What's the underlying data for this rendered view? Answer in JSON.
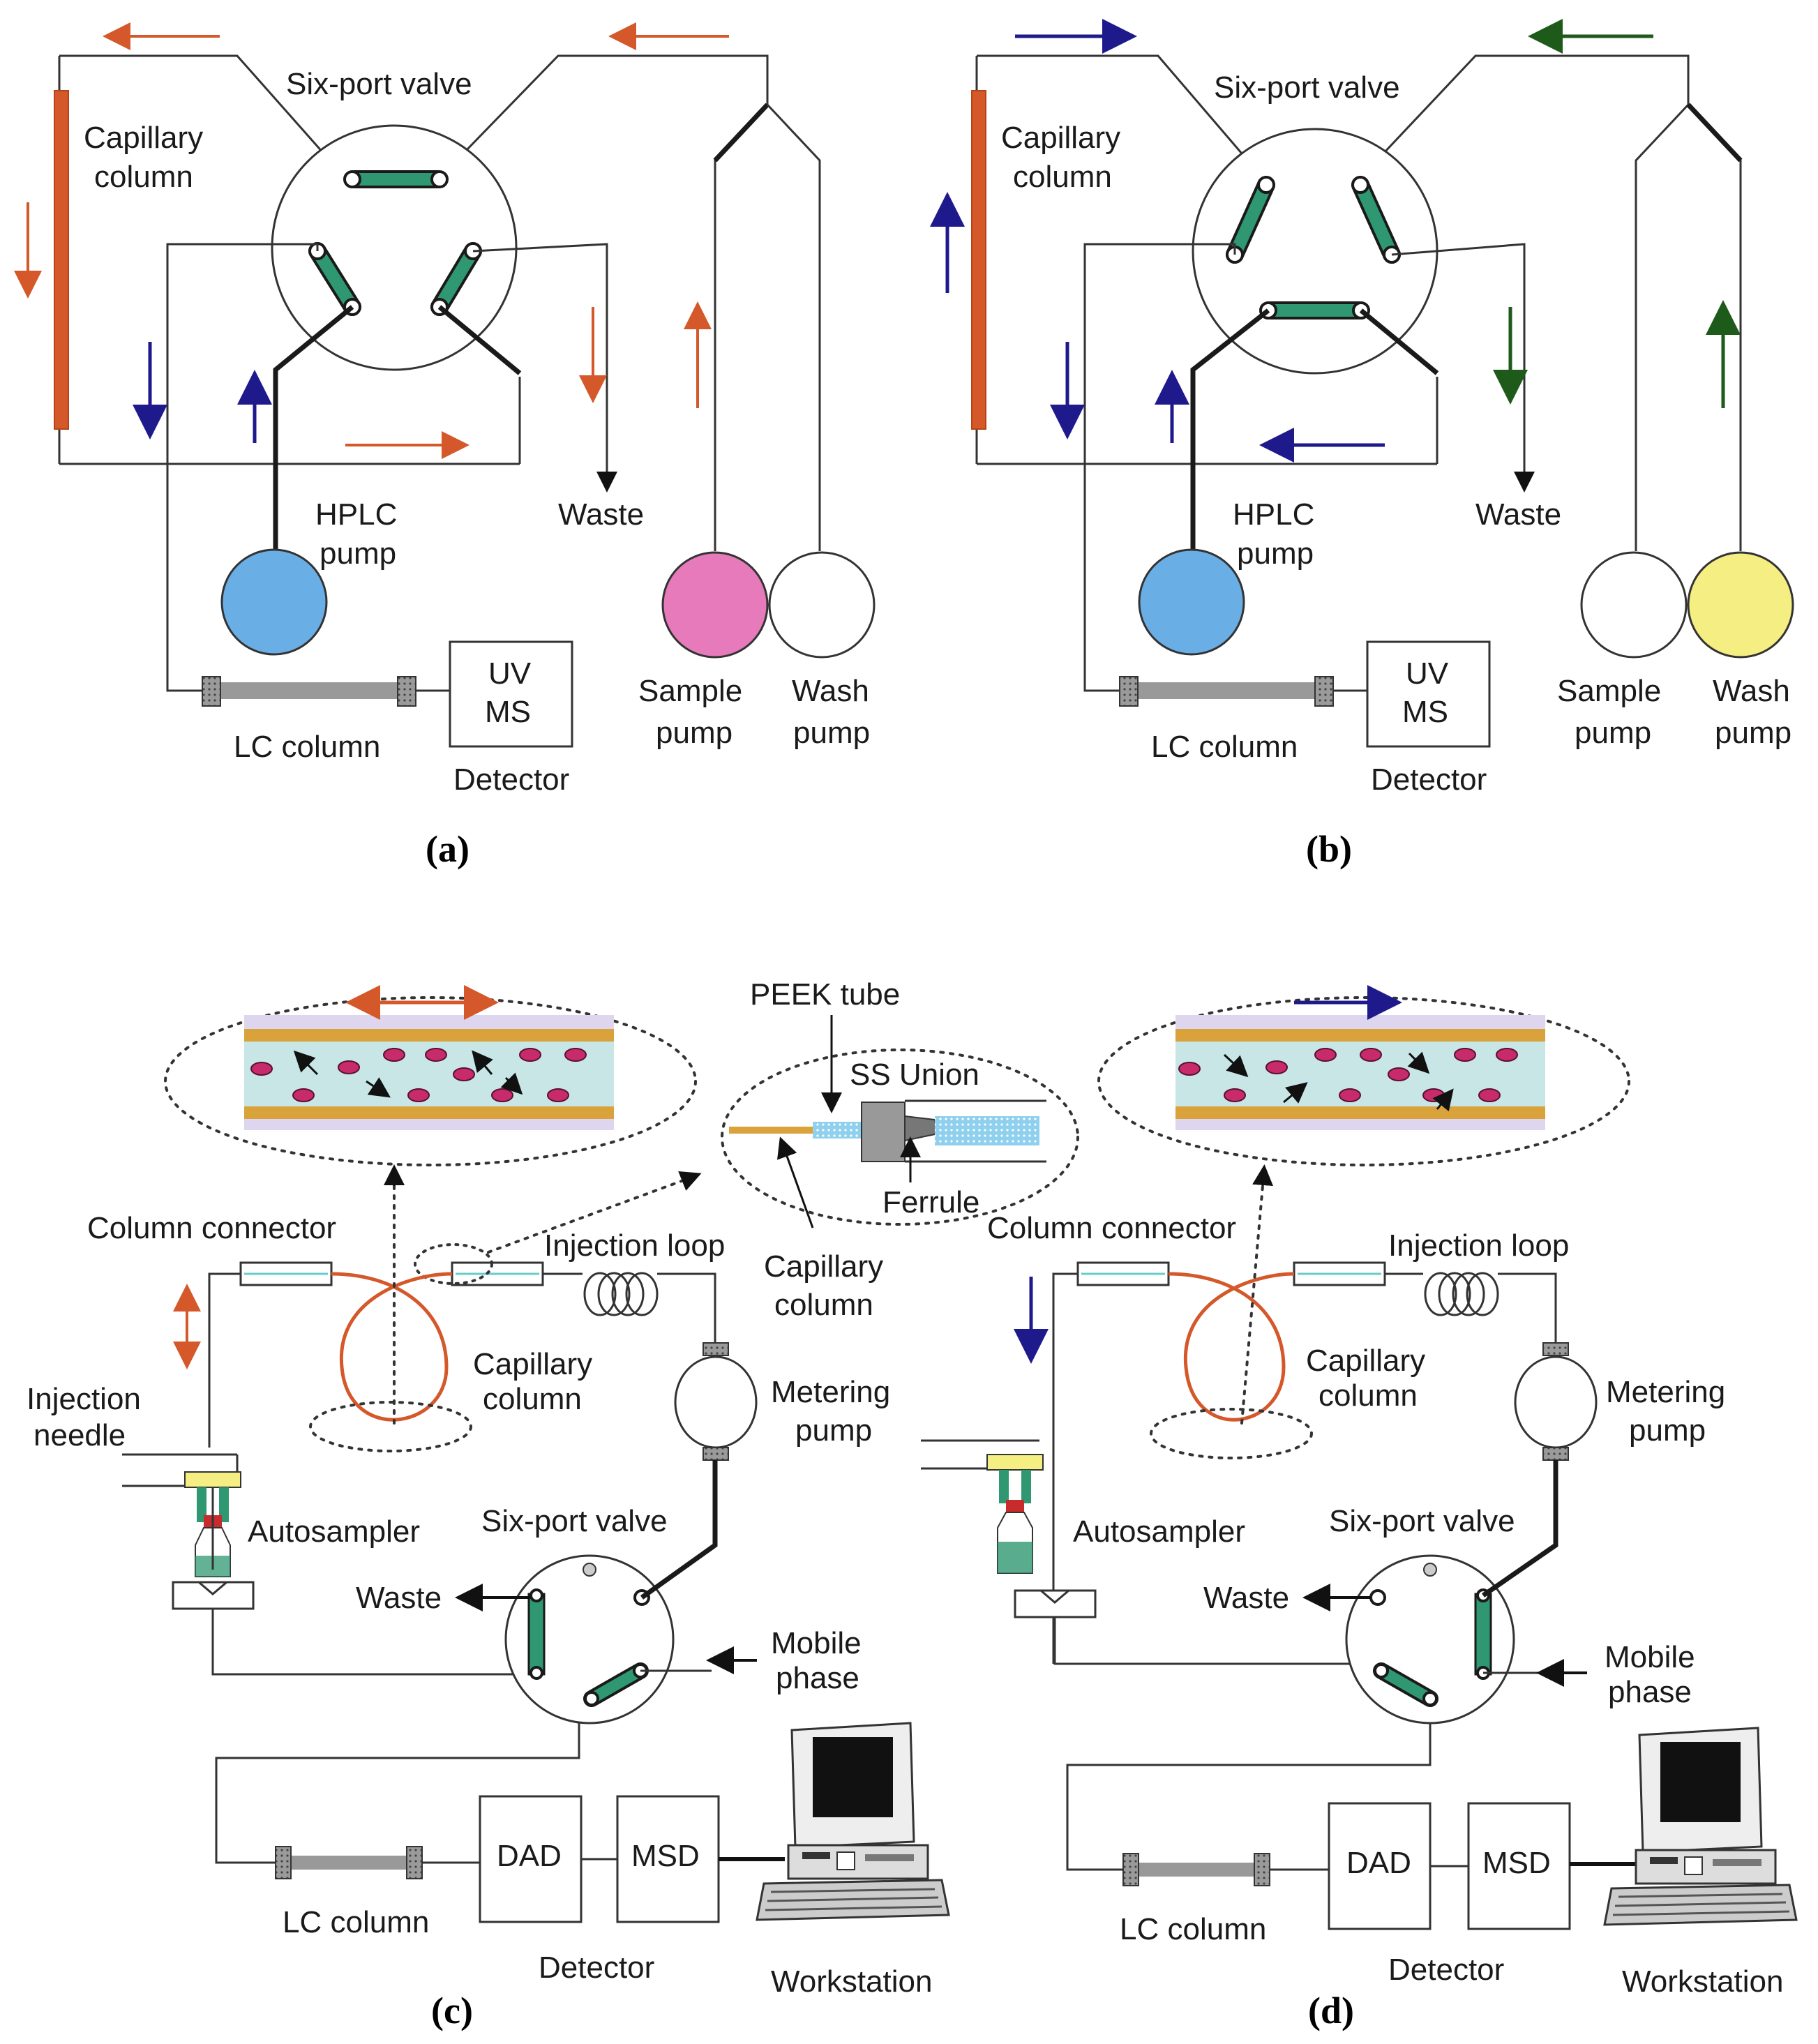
{
  "panels": {
    "a": {
      "caption": "(a)",
      "valve_label": "Six-port valve",
      "capillary_label_1": "Capillary",
      "capillary_label_2": "column",
      "hplc_label_1": "HPLC",
      "hplc_label_2": "pump",
      "waste_label": "Waste",
      "lc_column_label": "LC column",
      "detector_box_1": "UV",
      "detector_box_2": "MS",
      "detector_label": "Detector",
      "sample_pump_1": "Sample",
      "sample_pump_2": "pump",
      "wash_pump_1": "Wash",
      "wash_pump_2": "pump"
    },
    "b": {
      "caption": "(b)",
      "valve_label": "Six-port valve",
      "capillary_label_1": "Capillary",
      "capillary_label_2": "column",
      "hplc_label_1": "HPLC",
      "hplc_label_2": "pump",
      "waste_label": "Waste",
      "lc_column_label": "LC column",
      "detector_box_1": "UV",
      "detector_box_2": "MS",
      "detector_label": "Detector",
      "sample_pump_1": "Sample",
      "sample_pump_2": "pump",
      "wash_pump_1": "Wash",
      "wash_pump_2": "pump"
    },
    "c": {
      "caption": "(c)",
      "peek_tube": "PEEK tube",
      "ss_union": "SS Union",
      "ferrule": "Ferrule",
      "column_connector": "Column connector",
      "injection_loop": "Injection loop",
      "capillary_col_1": "Capillary",
      "capillary_col_2": "column",
      "capillary_inset_1": "Capillary",
      "capillary_inset_2": "column",
      "injection_needle_1": "Injection",
      "injection_needle_2": "needle",
      "metering_1": "Metering",
      "metering_2": "pump",
      "autosampler": "Autosampler",
      "valve_label": "Six-port valve",
      "waste": "Waste",
      "mobile_1": "Mobile",
      "mobile_2": "phase",
      "dad": "DAD",
      "msd": "MSD",
      "lc_column": "LC column",
      "detector": "Detector",
      "workstation": "Workstation"
    },
    "d": {
      "caption": "(d)",
      "column_connector": "Column connector",
      "injection_loop": "Injection loop",
      "capillary_col_1": "Capillary",
      "capillary_col_2": "column",
      "metering_1": "Metering",
      "metering_2": "pump",
      "autosampler": "Autosampler",
      "valve_label": "Six-port valve",
      "waste": "Waste",
      "mobile_1": "Mobile",
      "mobile_2": "phase",
      "dad": "DAD",
      "msd": "MSD",
      "lc_column": "LC column",
      "detector": "Detector",
      "workstation": "Workstation"
    }
  },
  "colors": {
    "red_flow": "#d4582a",
    "blue_flow": "#1f1a8c",
    "green_flow": "#1e5a1a",
    "loop_green": "#2f9872",
    "hplc_pump": "#6aaee6",
    "sample_pump_active": "#e67aba",
    "wash_pump_active": "#f5ee82",
    "tube_fluid": "#c8e6e6",
    "tube_wall": "#d9a23a",
    "particles": "#c72b6b"
  }
}
